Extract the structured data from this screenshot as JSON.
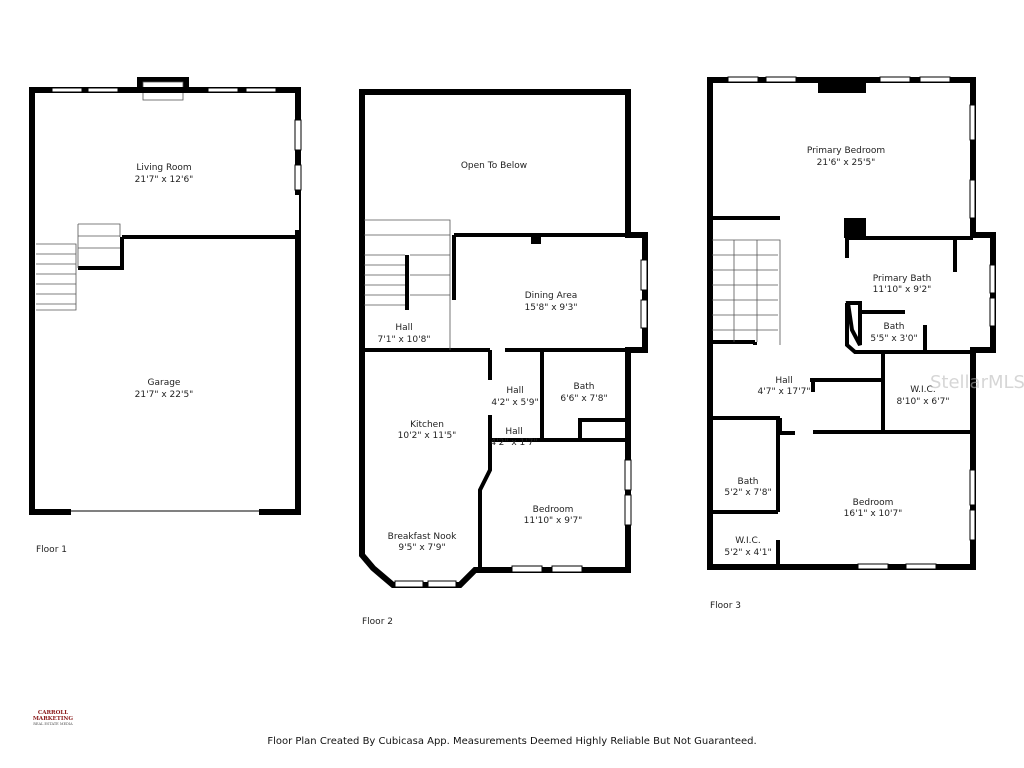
{
  "floors": [
    {
      "label": "Floor 1",
      "rooms": [
        {
          "name": "Living Room",
          "size": "21'7\" x 12'6\""
        },
        {
          "name": "Garage",
          "size": "21'7\" x 22'5\""
        }
      ]
    },
    {
      "label": "Floor 2",
      "rooms": [
        {
          "name": "Open To Below",
          "size": ""
        },
        {
          "name": "Dining Area",
          "size": "15'8\" x 9'3\""
        },
        {
          "name": "Hall",
          "size": "7'1\" x 10'8\""
        },
        {
          "name": "Hall",
          "size": "4'2\" x 5'9\""
        },
        {
          "name": "Bath",
          "size": "6'6\" x 7'8\""
        },
        {
          "name": "Hall",
          "size": "4'2\" x 1'7\""
        },
        {
          "name": "Kitchen",
          "size": "10'2\" x 11'5\""
        },
        {
          "name": "Bedroom",
          "size": "11'10\" x 9'7\""
        },
        {
          "name": "Breakfast Nook",
          "size": "9'5\" x 7'9\""
        }
      ]
    },
    {
      "label": "Floor 3",
      "rooms": [
        {
          "name": "Primary Bedroom",
          "size": "21'6\" x 25'5\""
        },
        {
          "name": "Primary Bath",
          "size": "11'10\" x 9'2\""
        },
        {
          "name": "Bath",
          "size": "5'5\" x 3'0\""
        },
        {
          "name": "Hall",
          "size": "4'7\" x 17'7\""
        },
        {
          "name": "W.I.C.",
          "size": "8'10\" x 6'7\""
        },
        {
          "name": "Bath",
          "size": "5'2\" x 7'8\""
        },
        {
          "name": "Bedroom",
          "size": "16'1\" x 10'7\""
        },
        {
          "name": "W.I.C.",
          "size": "5'2\" x 4'1\""
        }
      ]
    }
  ],
  "watermark": "StellarMLS",
  "logo": {
    "name": "CARROLL MARKETING",
    "tagline": "REAL ESTATE MEDIA"
  },
  "footer": "Floor Plan Created By Cubicasa App. Measurements Deemed Highly Reliable But Not Guaranteed."
}
